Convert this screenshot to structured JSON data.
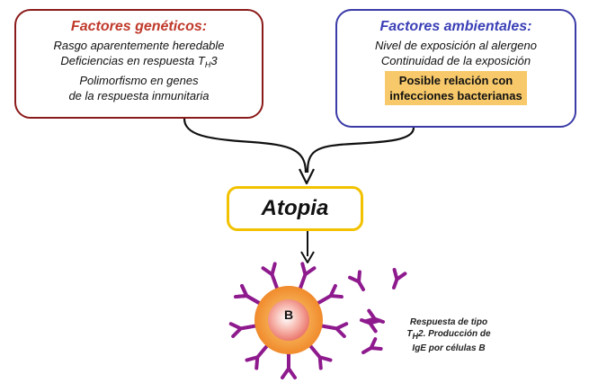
{
  "genetic": {
    "title": "Factores genéticos:",
    "line1": "Rasgo aparentemente heredable",
    "line2_prefix": "Deficiencias en respuesta T",
    "line2_sub": "H",
    "line2_suffix": "3",
    "line3": "Polimorfismo en genes",
    "line4": "de la respuesta inmunitaria"
  },
  "environmental": {
    "title": "Factores ambientales:",
    "line1": "Nivel de exposición al alergeno",
    "line2": "Continuidad de la exposición",
    "highlight1": "Posible relación con",
    "highlight2": "infecciones bacterianas"
  },
  "center": {
    "label": "Atopia"
  },
  "cell": {
    "label": "B"
  },
  "response": {
    "line1": "Respuesta de tipo",
    "line2_prefix": "T",
    "line2_sub": "H",
    "line2_suffix": "2. Producción de",
    "line3": "IgE por células B"
  },
  "colors": {
    "genetic_border": "#8b1a1a",
    "genetic_title": "#c0392b",
    "environmental_border": "#3b3ba8",
    "environmental_title": "#3b3fb6",
    "highlight": "#f7c96a",
    "atopia_border": "#f2c200",
    "antibody": "#8e1a8e",
    "cell_outer": "#f59c3c",
    "cell_inner": "#f4a3a0"
  }
}
